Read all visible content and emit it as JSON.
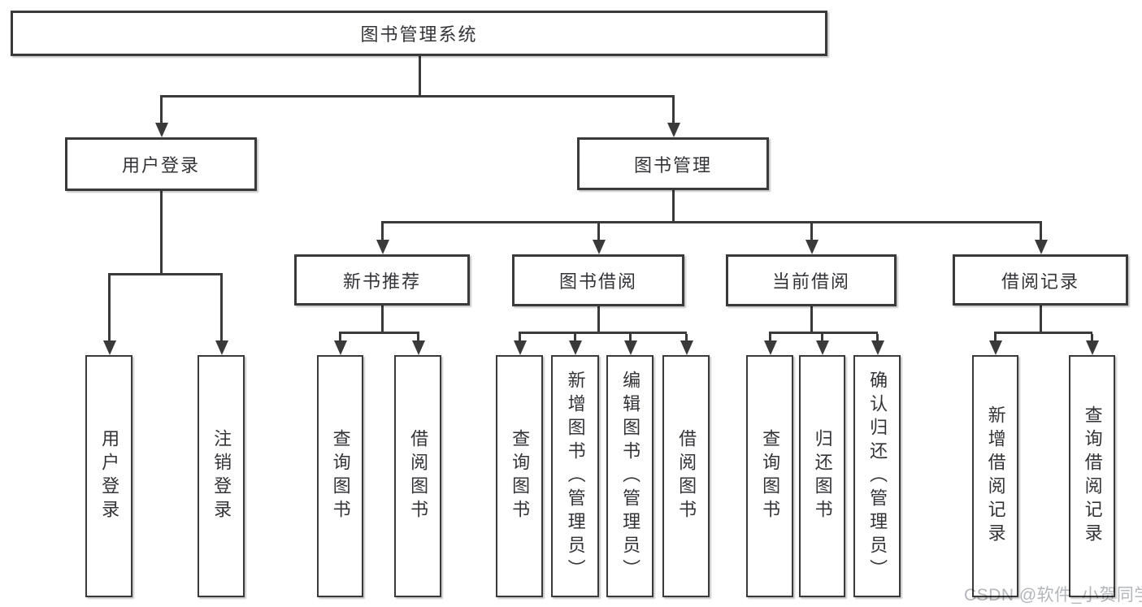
{
  "colors": {
    "line": "#3a3a3a",
    "text": "#333338",
    "watermark": "#b3b6ba",
    "bg": "#ffffff"
  },
  "tree": {
    "root": "图书管理系统",
    "level2": [
      {
        "label": "用户登录",
        "children": [
          "用户登录",
          "注销登录"
        ]
      },
      {
        "label": "图书管理",
        "groups": [
          {
            "label": "新书推荐",
            "children": [
              "查询图书",
              "借阅图书"
            ]
          },
          {
            "label": "图书借阅",
            "children": [
              "查询图书",
              "新增图书（管理员）",
              "编辑图书（管理员）",
              "借阅图书"
            ]
          },
          {
            "label": "当前借阅",
            "children": [
              "查询图书",
              "归还图书",
              "确认归还（管理员）"
            ]
          },
          {
            "label": "借阅记录",
            "children": [
              "新增借阅记录",
              "查询借阅记录"
            ]
          }
        ]
      }
    ]
  },
  "watermark": {
    "text": "CSDN @软件_小贺同学"
  }
}
